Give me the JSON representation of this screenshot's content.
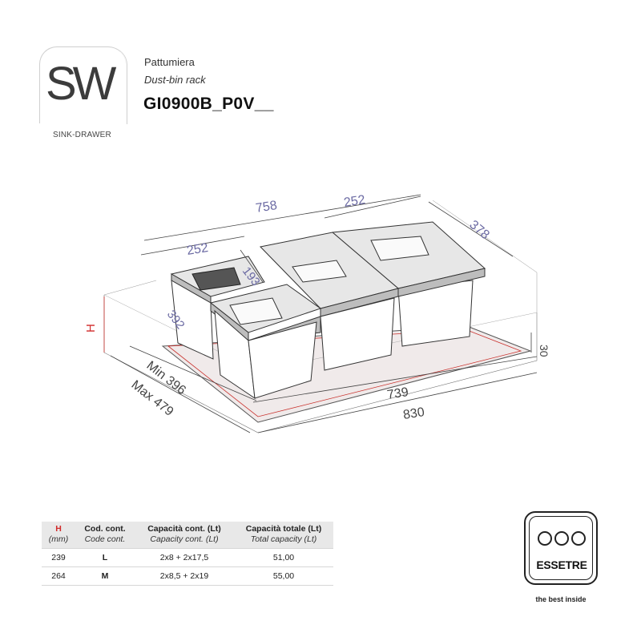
{
  "header": {
    "logo_text": "SW",
    "logo_sub": "SINK-DRAWER",
    "product_type": "Pattumiera",
    "product_type_en": "Dust-bin rack",
    "product_code": "GI0900B_P0V__"
  },
  "dimensions": {
    "overall_width": "758",
    "bin_width_right": "252",
    "depth": "378",
    "bin_width_left": "252",
    "small_bin_depth": "193",
    "bin_depth": "392",
    "height_label": "H",
    "base_height": "30",
    "min_depth": "Min 396",
    "max_depth": "Max 479",
    "inner_width": "739",
    "outer_width": "830"
  },
  "table": {
    "headers": [
      {
        "main": "H",
        "sub": "(mm)"
      },
      {
        "main": "Cod. cont.",
        "sub": "Code cont."
      },
      {
        "main": "Capacità cont. (Lt)",
        "sub": "Capacity cont. (Lt)"
      },
      {
        "main": "Capacità totale (Lt)",
        "sub": "Total capacity (Lt)"
      }
    ],
    "rows": [
      {
        "h": "239",
        "code": "L",
        "capacity": "2x8 + 2x17,5",
        "total": "51,00"
      },
      {
        "h": "264",
        "code": "M",
        "capacity": "2x8,5 + 2x19",
        "total": "55,00"
      }
    ]
  },
  "brand": {
    "name": "ESSETRE",
    "tagline": "the best inside"
  },
  "colors": {
    "dimension_text": "#6b6aa3",
    "height_marker": "#d12a2a",
    "bin_lid": "#e7e7e7"
  }
}
